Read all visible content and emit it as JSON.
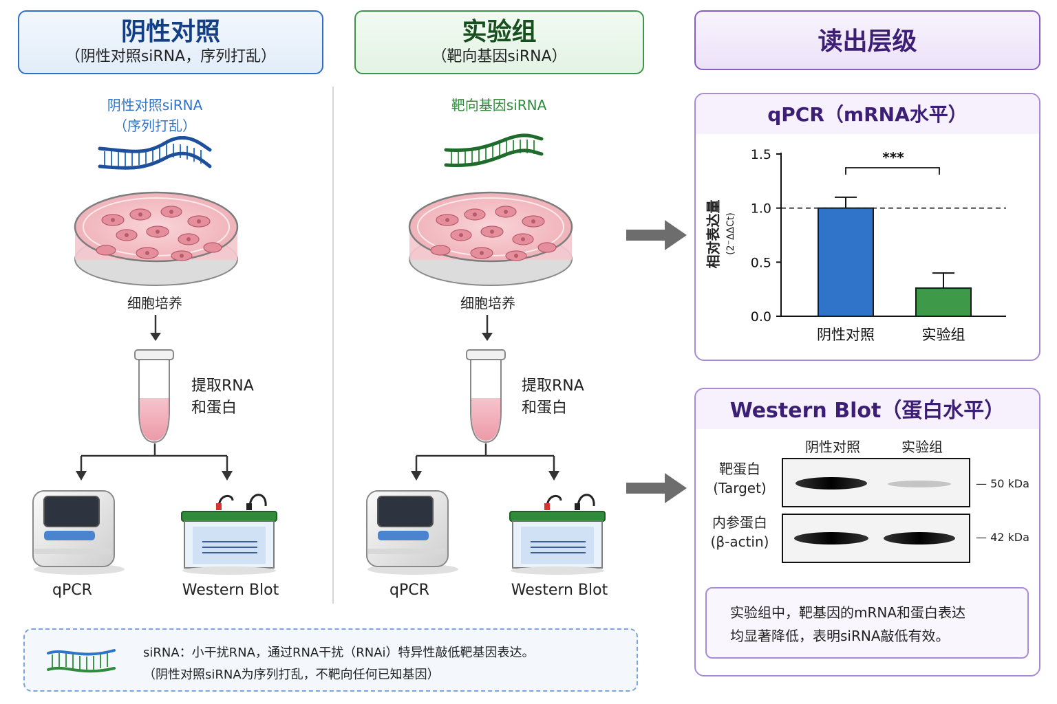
{
  "control_header": {
    "title": "阴性对照",
    "subtitle": "（阴性对照siRNA，序列打乱）"
  },
  "experiment_header": {
    "title": "实验组",
    "subtitle": "（靶向基因siRNA）"
  },
  "readout_header": {
    "title": "读出层级"
  },
  "control_column": {
    "sirna_label_line1": "阴性对照siRNA",
    "sirna_label_line2": "（序列打乱）",
    "culture_label": "细胞培养",
    "extract_line1": "提取RNA",
    "extract_line2": "和蛋白",
    "qpcr_label": "qPCR",
    "wb_label": "Western Blot"
  },
  "experiment_column": {
    "sirna_label": "靶向基因siRNA",
    "culture_label": "细胞培养",
    "extract_line1": "提取RNA",
    "extract_line2": "和蛋白",
    "qpcr_label": "qPCR",
    "wb_label": "Western Blot"
  },
  "colors": {
    "control": "#2f74c8",
    "experiment": "#3e9448",
    "readout": "#8a5bc4"
  },
  "qpcr_panel": {
    "title": "qPCR（mRNA水平）",
    "ylabel": "相对表达量",
    "ylabel_unit": "(2⁻ΔΔCt)",
    "significance": "***"
  },
  "chart_data": {
    "type": "bar",
    "categories": [
      "阴性对照",
      "实验组"
    ],
    "values": [
      1.0,
      0.26
    ],
    "errors": [
      0.1,
      0.14
    ],
    "ylim": [
      0,
      1.5
    ],
    "yticks": [
      "0.0",
      "0.5",
      "1.0",
      "1.5"
    ],
    "ylabel": "相对表达量",
    "reference_line": 1.0,
    "colors": [
      "#2f74c8",
      "#3e9a48"
    ]
  },
  "wb_panel": {
    "title": "Western Blot（蛋白水平）",
    "col_control": "阴性对照",
    "col_experiment": "实验组",
    "row1_label_line1": "靶蛋白",
    "row1_label_line2": "(Target)",
    "row2_label_line1": "内参蛋白",
    "row2_label_line2": "(β-actin)",
    "marker1": "— 50 kDa",
    "marker2": "— 42 kDa",
    "conclusion_line1": "实验组中，靶基因的mRNA和蛋白表达",
    "conclusion_line2": "均显著降低，表明siRNA敲低有效。"
  },
  "note": {
    "line1": "siRNA：小干扰RNA，通过RNA干扰（RNAi）特异性敲低靶基因表达。",
    "line2": "（阴性对照siRNA为序列打乱，不靶向任何已知基因）"
  }
}
